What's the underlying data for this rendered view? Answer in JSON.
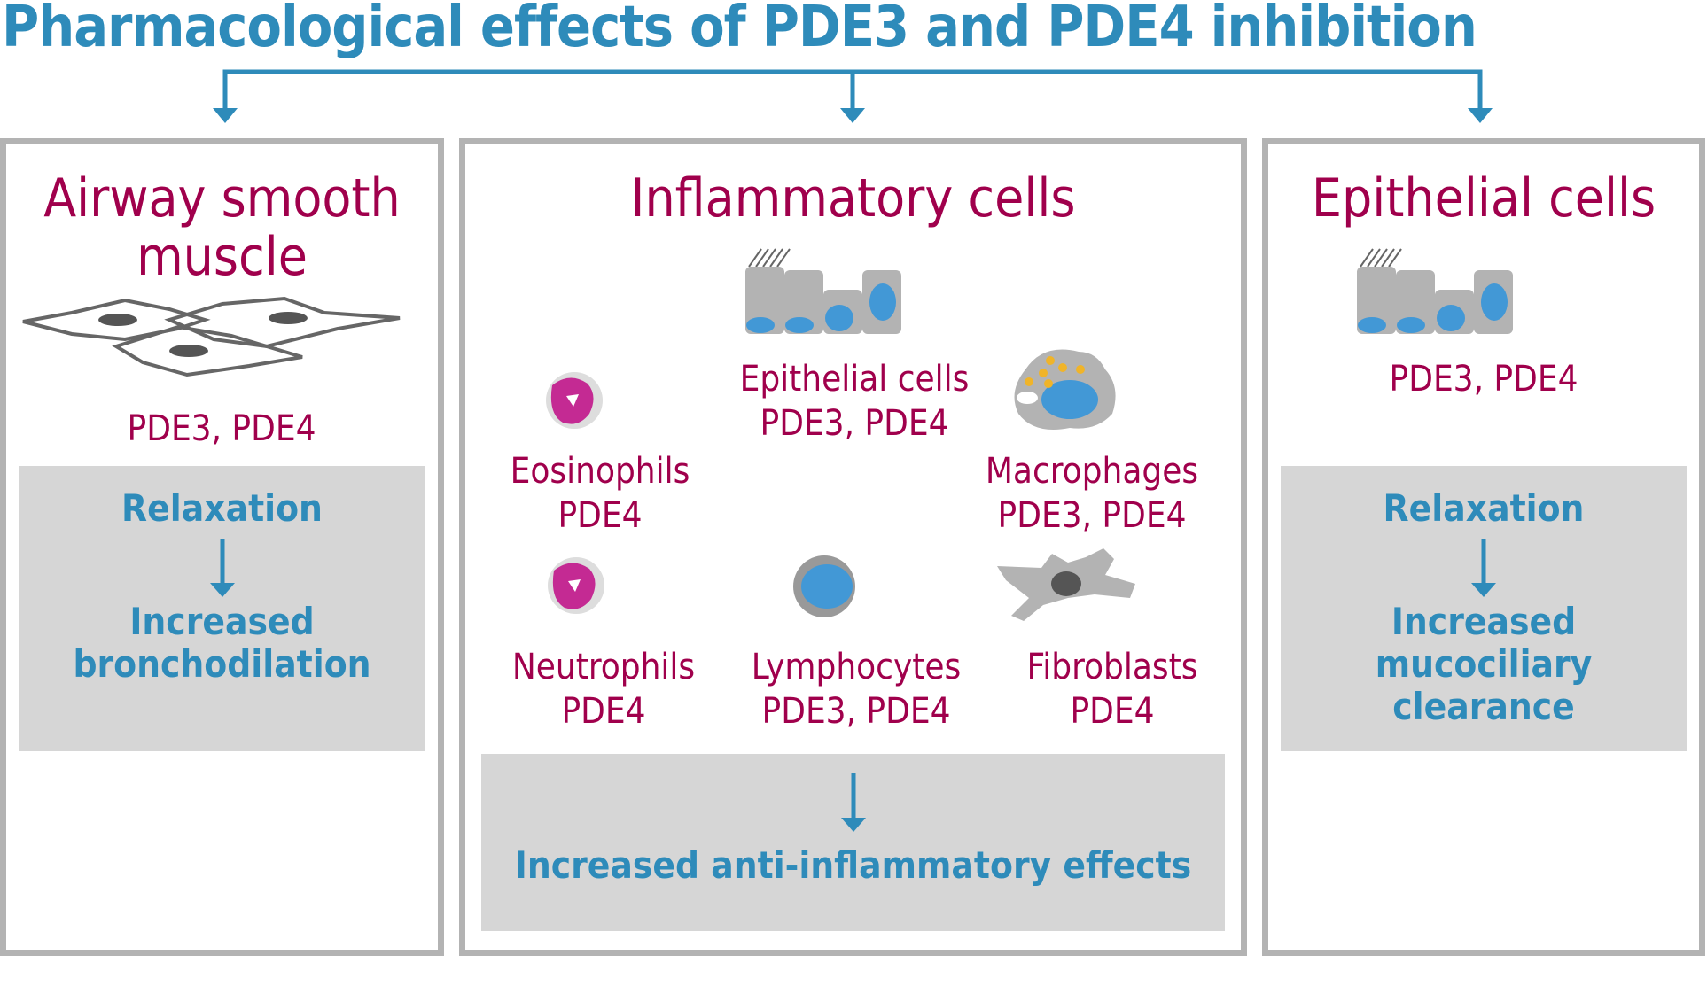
{
  "title": "Pharmacological effects of PDE3 and PDE4 inhibition",
  "panels": {
    "airway": {
      "title_line1": "Airway smooth",
      "title_line2": "muscle",
      "pde": "PDE3, PDE4",
      "effect_top": "Relaxation",
      "effect_line1": "Increased",
      "effect_line2": "bronchodilation"
    },
    "inflammatory": {
      "title": "Inflammatory cells",
      "cells": [
        {
          "name": "Epithelial cells",
          "pde": "PDE3, PDE4"
        },
        {
          "name": "Eosinophils",
          "pde": "PDE4"
        },
        {
          "name": "Macrophages",
          "pde": "PDE3, PDE4"
        },
        {
          "name": "Neutrophils",
          "pde": "PDE4"
        },
        {
          "name": "Lymphocytes",
          "pde": "PDE3, PDE4"
        },
        {
          "name": "Fibroblasts",
          "pde": "PDE4"
        }
      ],
      "effect": "Increased anti-inflammatory effects"
    },
    "epithelial": {
      "title": "Epithelial cells",
      "pde": "PDE3, PDE4",
      "effect_top": "Relaxation",
      "effect_line1": "Increased",
      "effect_line2": "mucociliary",
      "effect_line3": "clearance"
    }
  },
  "colors": {
    "blue": "#2e8bba",
    "magenta": "#a0004c",
    "gray": "#b3b3b3"
  }
}
